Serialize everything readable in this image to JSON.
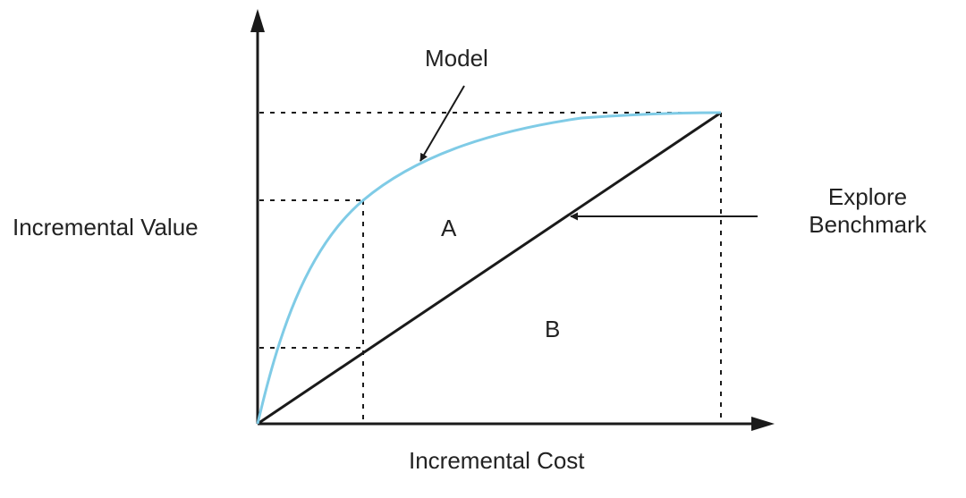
{
  "axes": {
    "x_label": "Incremental Cost",
    "y_label": "Incremental Value"
  },
  "annotations": {
    "model": "Model",
    "explore_line1": "Explore",
    "explore_line2": "Benchmark"
  },
  "regions": {
    "a": "A",
    "b": "B"
  },
  "colors": {
    "model_curve": "#7fcbe6",
    "benchmark_line": "#1a1a1a",
    "axes": "#1a1a1a"
  }
}
